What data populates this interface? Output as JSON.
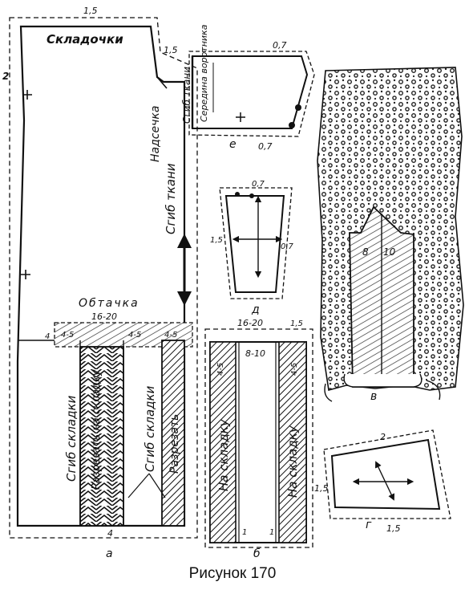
{
  "caption": "Рисунок 170",
  "piece_a": {
    "title": "Складочки",
    "notch": "Надсечка",
    "fold": "Сгиб ткани",
    "facing": "Обтачка",
    "facing_width": "16-20",
    "dim_top": "1,5",
    "dim_top_right": "1,5",
    "dim_left": "2",
    "dim_4": "4",
    "dim_45_left": "4-5",
    "dim_45_mid": "4-5",
    "dim_45_right": "4-5",
    "fold_pleats_1": "Сгиб складки",
    "cut_pleat_1": "Разрезать на складку",
    "fold_pleats_2": "Сгиб складки",
    "cut_2": "Разрезать",
    "dim_bottom": "4",
    "letter": "а"
  },
  "piece_b": {
    "dim_top": "16-20",
    "dim_15": "1,5",
    "dim_810": "8-10",
    "dim_45_left": "4-5",
    "dim_45_right": "4-5",
    "pleat_left": "На складку",
    "pleat_right": "На складку",
    "dim_1_left": "1",
    "dim_1_right": "1",
    "letter": "б"
  },
  "piece_c": {
    "dim_8": "8",
    "dim_10": "10",
    "letter": "в"
  },
  "piece_d": {
    "dim_07": "0,7",
    "dim_15": "1,5",
    "dim_07b": "0,7",
    "letter": "д"
  },
  "piece_e": {
    "dim_07_top": "0,7",
    "fold": "Сгиб ткани",
    "middle": "Середина воротника",
    "dim_07_bottom": "0,7",
    "letter": "е"
  },
  "piece_g": {
    "dim_2": "2",
    "dim_15_left": "1,5",
    "dim_15_bottom": "1,5",
    "letter": "г"
  }
}
